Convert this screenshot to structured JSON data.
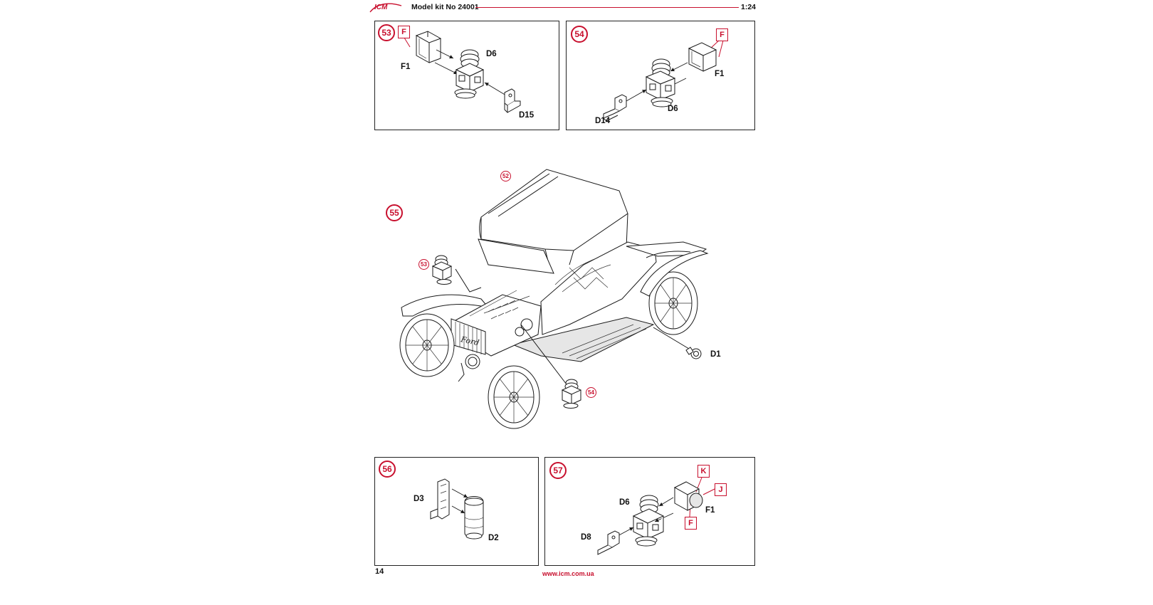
{
  "header": {
    "brand": "ICM",
    "model_kit": "Model kit No 24001",
    "scale": "1:24"
  },
  "steps": {
    "s53": {
      "number": "53",
      "sprue": "F",
      "parts": [
        "F1",
        "D6",
        "D15"
      ]
    },
    "s54": {
      "number": "54",
      "sprue": "F",
      "parts": [
        "F1",
        "D6",
        "D14"
      ]
    },
    "s55": {
      "number": "55",
      "refs": [
        "52",
        "53",
        "54"
      ],
      "parts": [
        "D1"
      ]
    },
    "s56": {
      "number": "56",
      "parts": [
        "D3",
        "D2"
      ]
    },
    "s57": {
      "number": "57",
      "sprues": [
        "K",
        "J",
        "F"
      ],
      "parts": [
        "D6",
        "F1",
        "D8"
      ]
    }
  },
  "footer": {
    "page_number": "14",
    "website": "www.icm.com.ua"
  },
  "colors": {
    "accent": "#c8102e",
    "line": "#1a1a1a"
  }
}
